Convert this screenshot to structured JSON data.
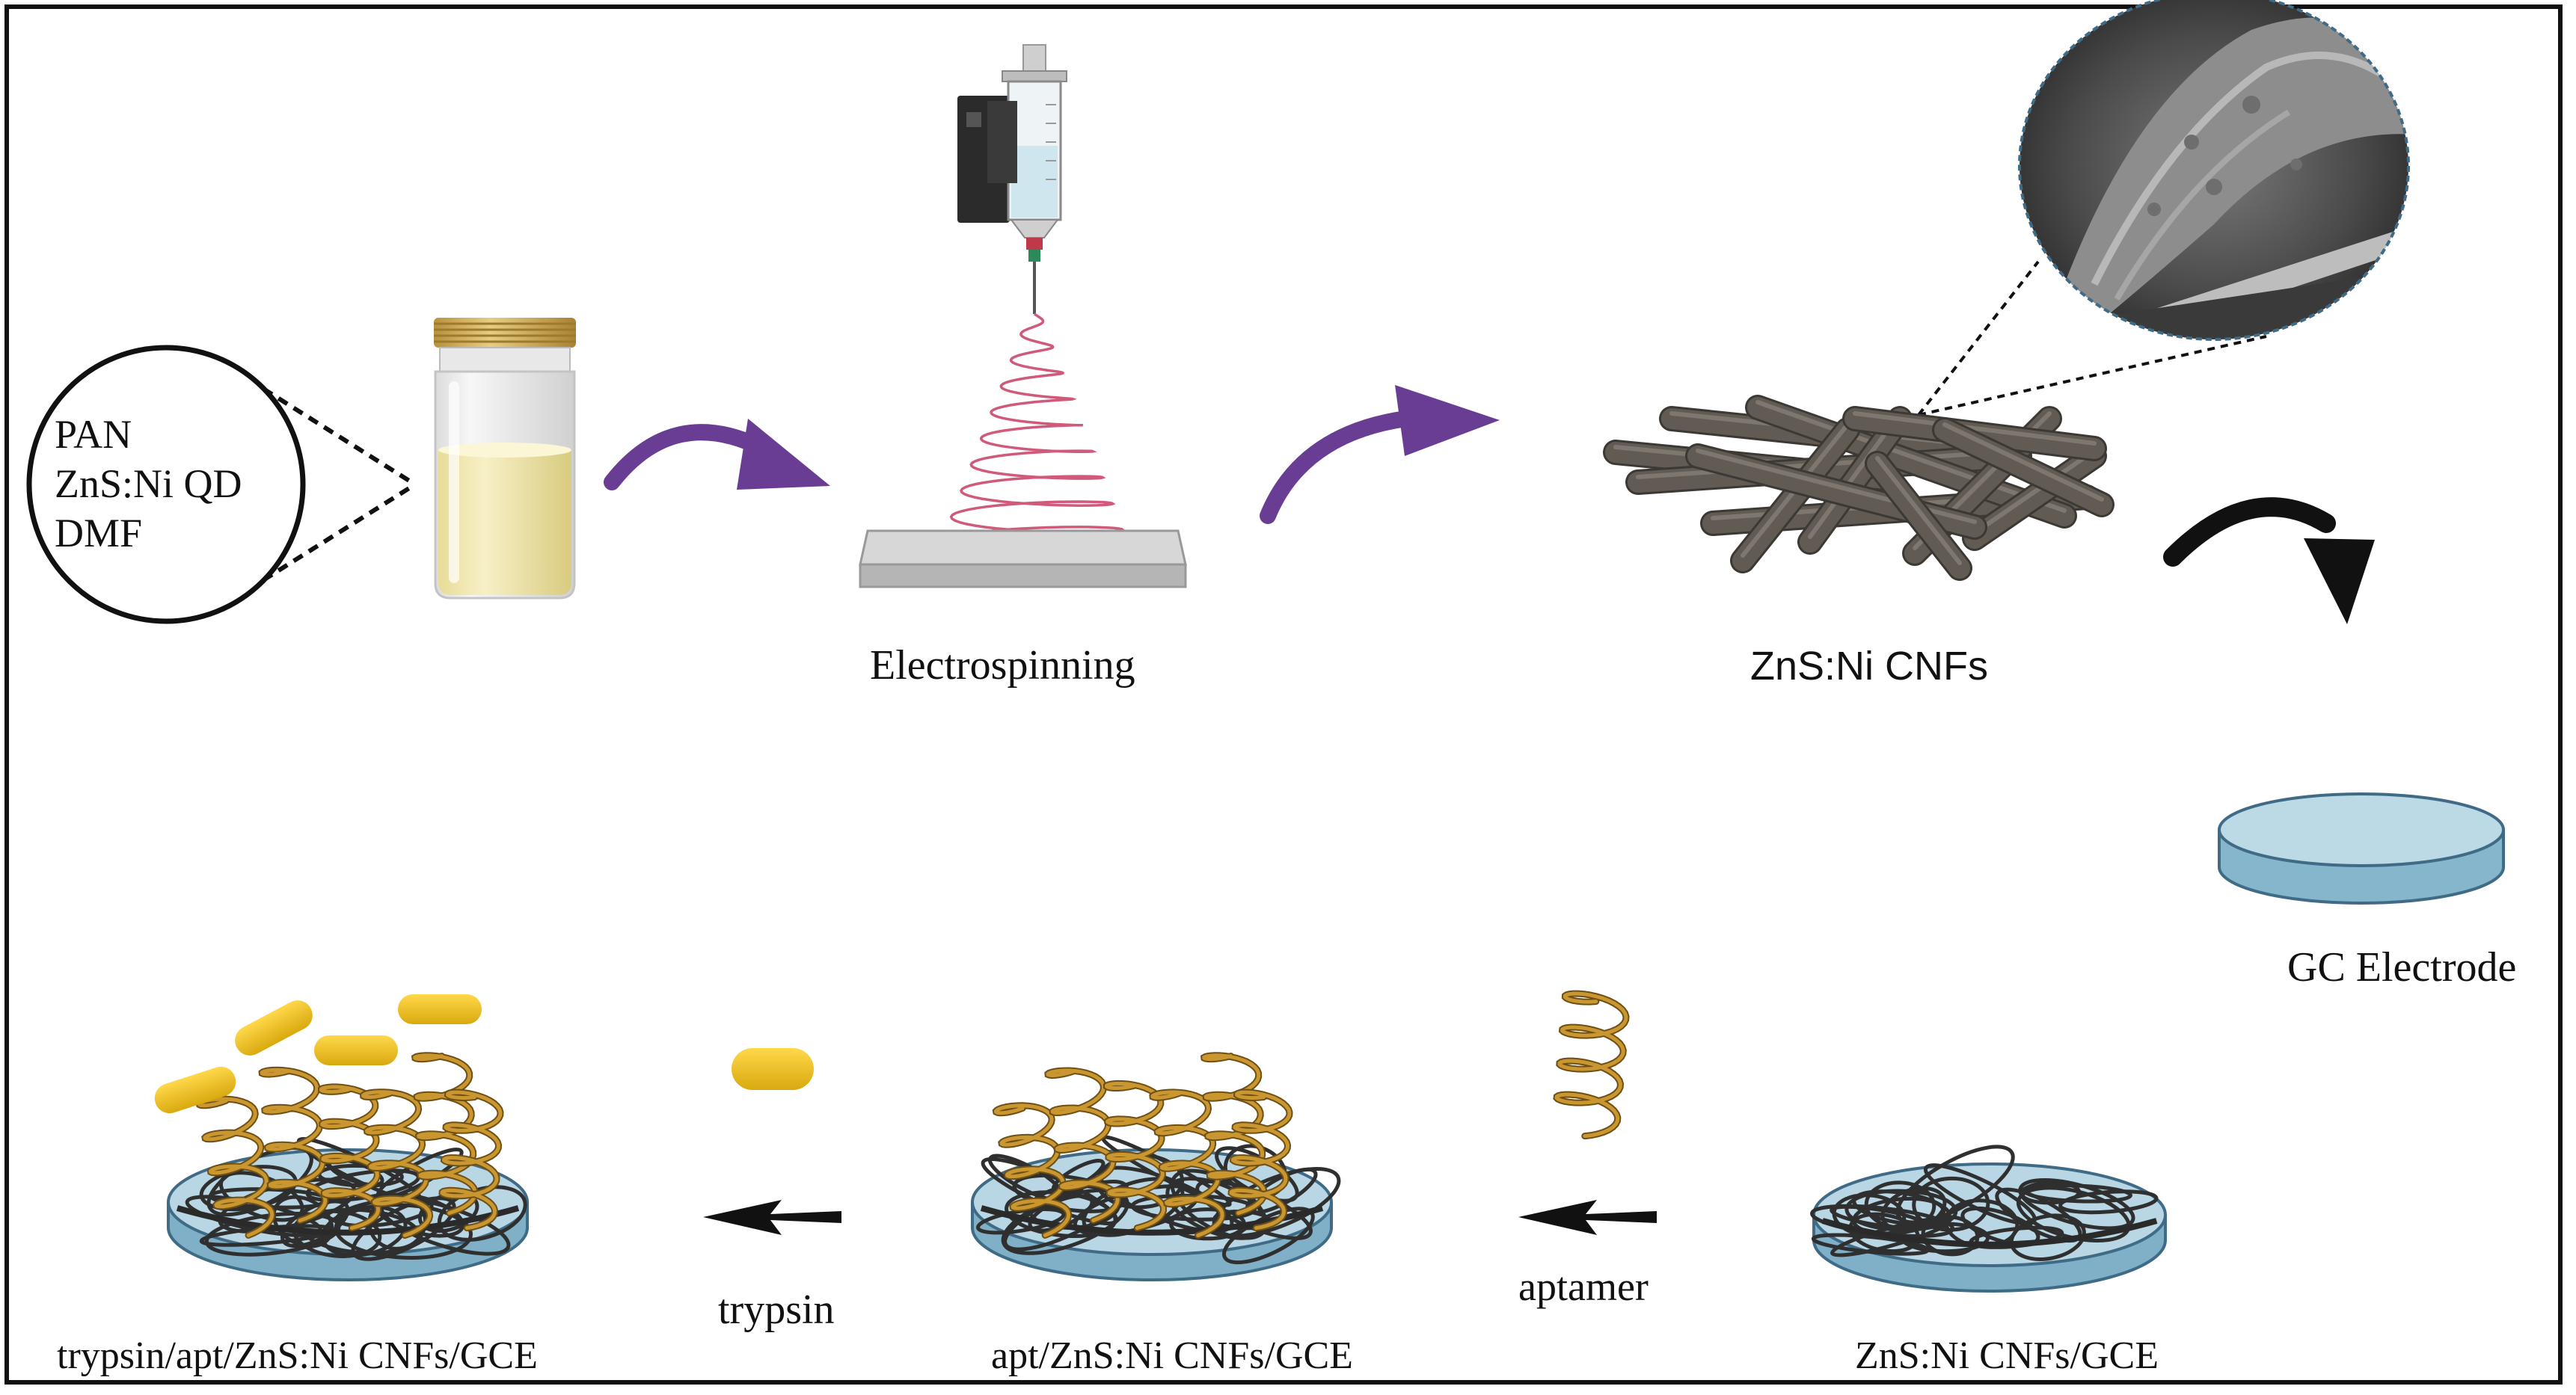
{
  "vial_components": [
    "PAN",
    "ZnS:Ni QD",
    "DMF"
  ],
  "labels": {
    "electrospinning": "Electrospinning",
    "nanofibers": "ZnS:Ni CNFs",
    "electrode": "GC Electrode",
    "modified_electrode": "ZnS:Ni CNFs/GCE",
    "aptamer_step": "aptamer",
    "apt_electrode": "apt/ZnS:Ni CNFs/GCE",
    "trypsin_step": "trypsin",
    "final_electrode": "trypsin/apt/ZnS:Ni CNFs/GCE"
  },
  "colors": {
    "arrow_purple": "#6a3d94",
    "arrow_dark": "#111111",
    "fiber": "#5a554f",
    "electrode_top": "#b9d6e4",
    "electrode_side": "#7fb0c8",
    "helix": "#b98a2e",
    "trypsin": "#f0c419",
    "liquid": "#efe6b0",
    "cap": "#d8b765"
  }
}
